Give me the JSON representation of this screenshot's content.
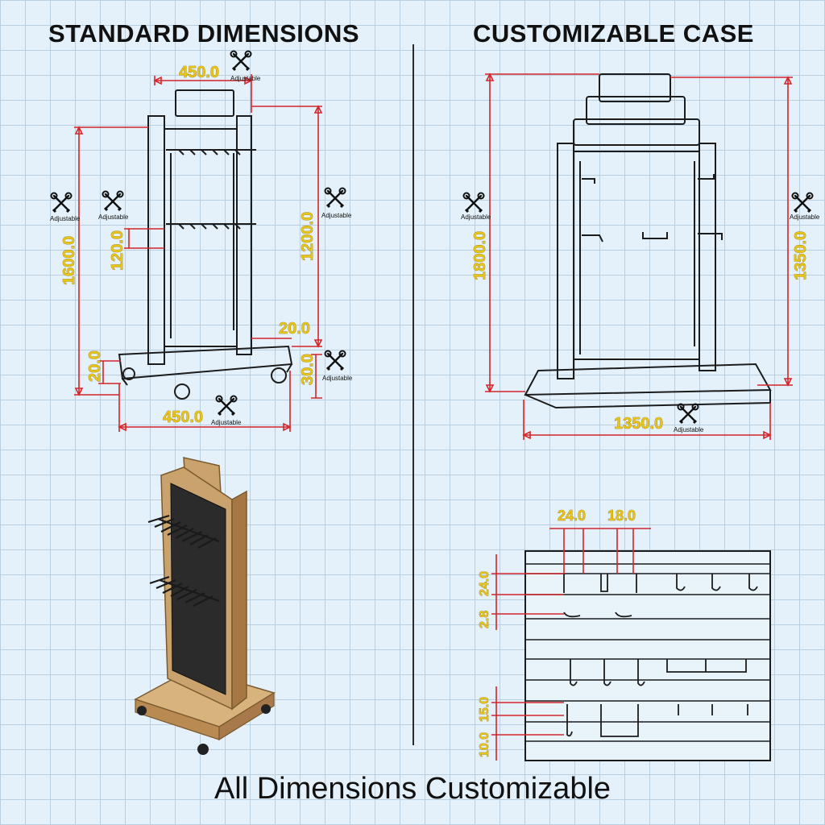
{
  "headings": {
    "left": "STANDARD DIMENSIONS",
    "right": "CUSTOMIZABLE CASE"
  },
  "footer": "All Dimensions Customizable",
  "adjustable_label": "Adjustable",
  "standard": {
    "top_width": "450.0",
    "total_height": "1600.0",
    "hook_spacing": "120.0",
    "frame_height": "1200.0",
    "base_overhang": "20.0",
    "base_left": "20.0",
    "base_right": "30.0",
    "base_width": "450.0"
  },
  "custom": {
    "total_height": "1800.0",
    "frame_height": "1350.0",
    "base_width": "1350.0"
  },
  "slatwall": {
    "slot_a": "24.0",
    "slot_b": "18.0",
    "top_left_1": "2.8",
    "top_left_2": "24.0",
    "bottom_left_1": "10.0",
    "bottom_left_2": "15.0"
  },
  "colors": {
    "grid_bg": "#e4f1fa",
    "dimension_text": "#e8c41b",
    "dimension_line": "#d2262b",
    "wood": "#c9a26e",
    "panel": "#2b2b2b"
  },
  "icons": [
    "wrench-screwdriver-icon"
  ]
}
